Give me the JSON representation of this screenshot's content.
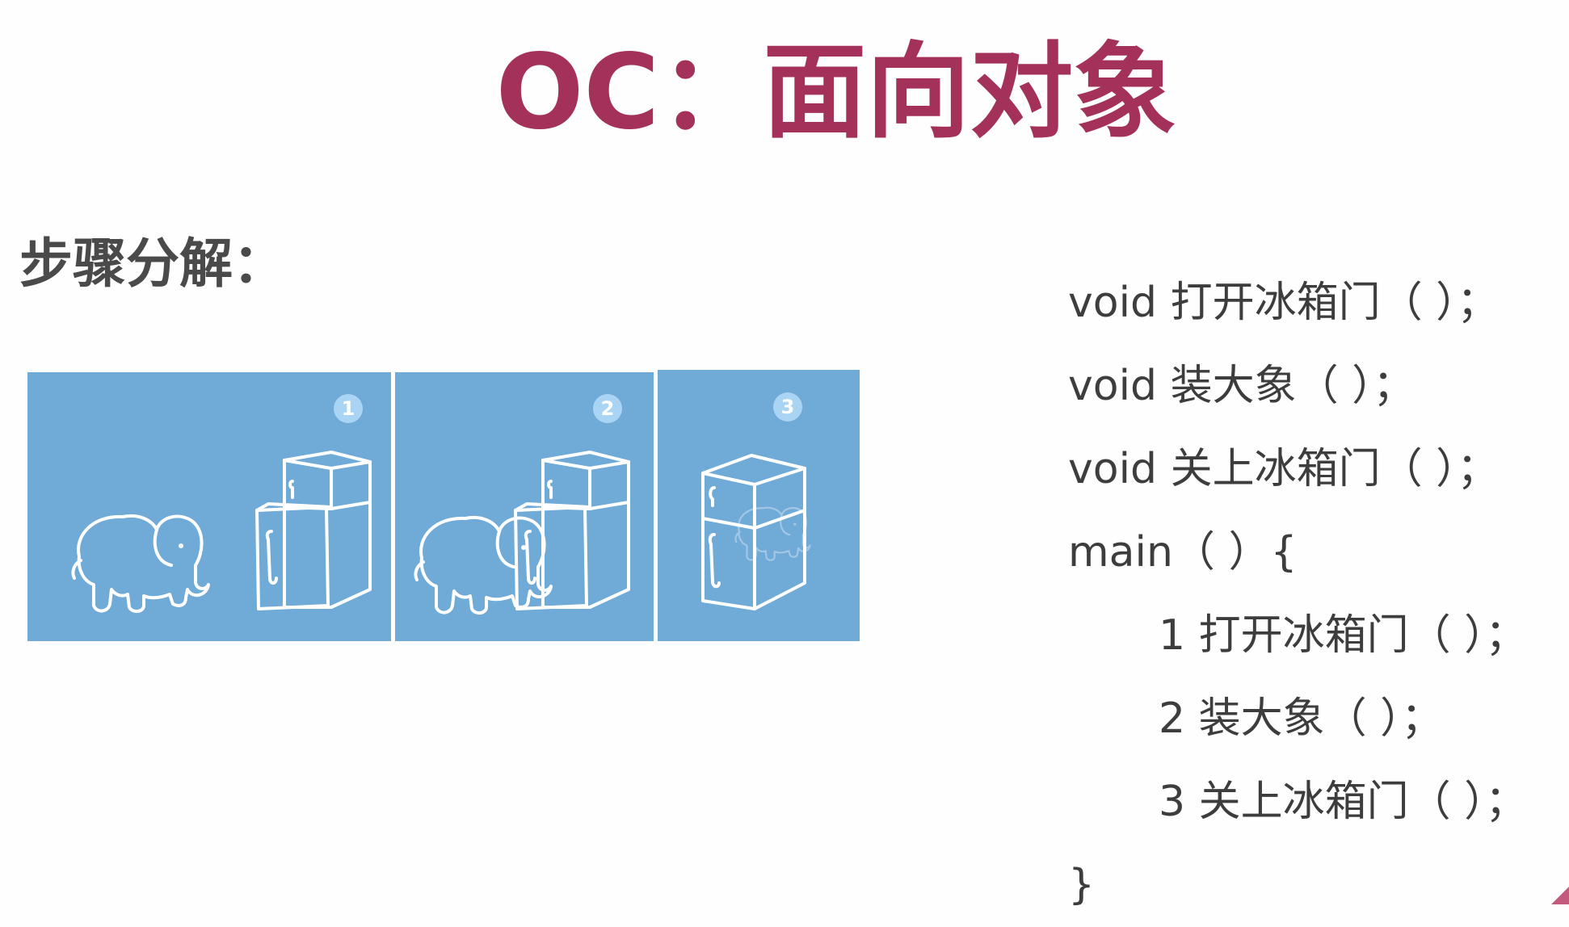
{
  "slide": {
    "title": "OC：面向对象",
    "accent_color": "#a3315a",
    "section_label": "步骤分解："
  },
  "illustration": {
    "panel_color": "#70aad7",
    "line_color": "#ffffff",
    "badge_color": "#a9d4f3",
    "panels": [
      {
        "step": "1",
        "content": [
          "elephant-icon",
          "open-refrigerator-icon"
        ]
      },
      {
        "step": "2",
        "content": [
          "elephant-icon",
          "open-refrigerator-icon"
        ]
      },
      {
        "step": "3",
        "content": [
          "closed-refrigerator-icon",
          "elephant-silhouette-icon"
        ]
      }
    ]
  },
  "code": {
    "lines": [
      "void 打开冰箱门（ ）；",
      "void 装大象（ ）；",
      "void 关上冰箱门（ ）；",
      "main（ ）{",
      "1 打开冰箱门（ ）；",
      "2 装大象（ ）；",
      "3 关上冰箱门（ ）；",
      "}"
    ]
  }
}
